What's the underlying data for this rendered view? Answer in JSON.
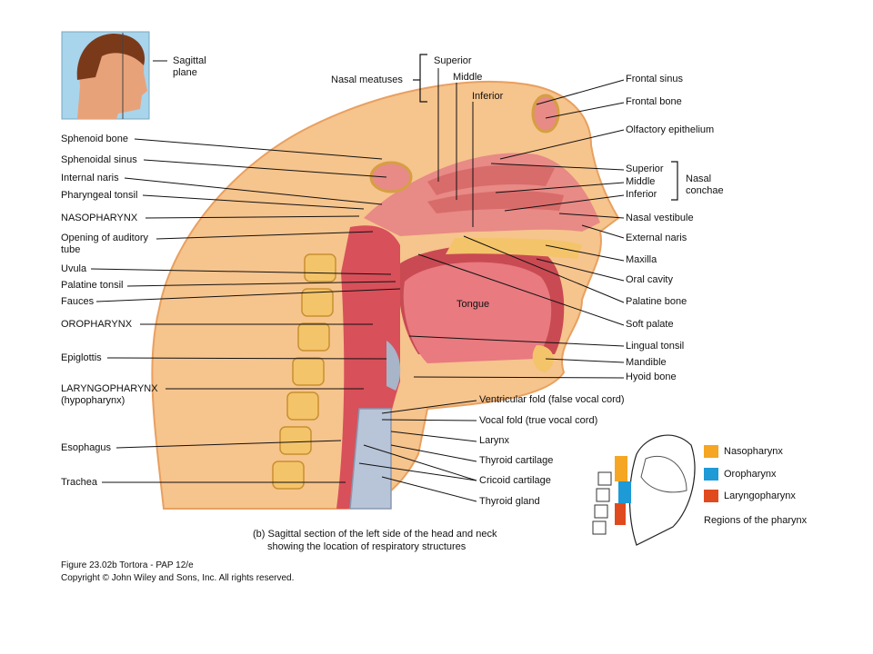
{
  "labels": {
    "sagittal_plane_1": "Sagittal",
    "sagittal_plane_2": "plane",
    "nasal_meatuses": "Nasal meatuses",
    "superior_meatus": "Superior",
    "middle_meatus": "Middle",
    "inferior_meatus": "Inferior",
    "frontal_sinus": "Frontal sinus",
    "frontal_bone": "Frontal bone",
    "olfactory_epithelium": "Olfactory epithelium",
    "superior_concha": "Superior",
    "middle_concha": "Middle",
    "inferior_concha": "Inferior",
    "nasal_conchae_1": "Nasal",
    "nasal_conchae_2": "conchae",
    "nasal_vestibule": "Nasal vestibule",
    "external_naris": "External naris",
    "maxilla": "Maxilla",
    "oral_cavity": "Oral cavity",
    "palatine_bone": "Palatine bone",
    "soft_palate": "Soft palate",
    "lingual_tonsil": "Lingual tonsil",
    "mandible": "Mandible",
    "hyoid_bone": "Hyoid bone",
    "ventricular_fold": "Ventricular fold (false vocal cord)",
    "vocal_fold": "Vocal fold (true vocal cord)",
    "larynx": "Larynx",
    "thyroid_cartilage": "Thyroid cartilage",
    "cricoid_cartilage": "Cricoid cartilage",
    "thyroid_gland": "Thyroid gland",
    "sphenoid_bone": "Sphenoid bone",
    "sphenoidal_sinus": "Sphenoidal sinus",
    "internal_naris": "Internal naris",
    "pharyngeal_tonsil": "Pharyngeal tonsil",
    "nasopharynx": "NASOPHARYNX",
    "opening_auditory_1": "Opening of auditory",
    "opening_auditory_2": "tube",
    "uvula": "Uvula",
    "palatine_tonsil": "Palatine tonsil",
    "fauces": "Fauces",
    "oropharynx": "OROPHARYNX",
    "epiglottis": "Epiglottis",
    "laryngopharynx_1": "LARYNGOPHARYNX",
    "laryngopharynx_2": "(hypopharynx)",
    "esophagus": "Esophagus",
    "trachea": "Trachea",
    "tongue": "Tongue"
  },
  "legend": {
    "items": [
      {
        "label": "Nasopharynx",
        "color": "#f5a623"
      },
      {
        "label": "Oropharynx",
        "color": "#1e9ad6"
      },
      {
        "label": "Laryngopharynx",
        "color": "#e04a1f"
      }
    ],
    "title": "Regions of the pharynx"
  },
  "caption": {
    "line1": "(b) Sagittal section of the left side of the head and neck",
    "line2": "showing the location of respiratory structures"
  },
  "footer": {
    "figure": "Figure 23.02b  Tortora - PAP 12/e",
    "copyright": "Copyright © John Wiley and Sons, Inc. All rights reserved."
  }
}
